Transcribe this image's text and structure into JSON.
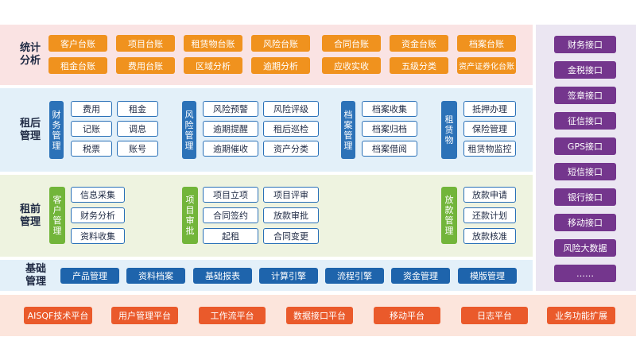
{
  "colors": {
    "stats_bg": "#fae3e3",
    "post_bg": "#e3f0f9",
    "pre_bg": "#eef3e0",
    "base_bg": "#e3f0f9",
    "platform_bg": "#fce5dc",
    "interface_bg": "#ebe6f2",
    "orange": "#f0921e",
    "blue": "#1e64ac",
    "green": "#72b53a",
    "red": "#ea5a2b",
    "purple": "#74368d"
  },
  "stats": {
    "title": [
      "统计",
      "分析"
    ],
    "row1": [
      "客户台账",
      "项目台账",
      "租赁物台账",
      "风险台账",
      "合同台账",
      "资金台账",
      "档案台账"
    ],
    "row2": [
      "租金台账",
      "费用台账",
      "区域分析",
      "逾期分析",
      "应收实收",
      "五级分类",
      "资产证券化台账"
    ]
  },
  "post": {
    "title": [
      "租后",
      "管理"
    ],
    "groups": [
      {
        "label": "财务管理",
        "items": [
          "费用",
          "租金",
          "记账",
          "调息",
          "税票",
          "账号"
        ]
      },
      {
        "label": "风险管理",
        "items": [
          "风险预警",
          "风险评级",
          "逾期提醒",
          "租后巡检",
          "逾期催收",
          "资产分类"
        ]
      },
      {
        "label": "档案管理",
        "items": [
          "档案收集",
          "档案归档",
          "档案借阅"
        ]
      },
      {
        "label": "租赁物",
        "items": [
          "抵押办理",
          "保险管理",
          "租赁物监控"
        ]
      }
    ]
  },
  "pre": {
    "title": [
      "租前",
      "管理"
    ],
    "groups": [
      {
        "label": "客户管理",
        "items": [
          "信息采集",
          "财务分析",
          "资料收集"
        ]
      },
      {
        "label": "项目审批",
        "items": [
          "项目立项",
          "项目评审",
          "合同签约",
          "放款审批",
          "起租",
          "合同变更"
        ]
      },
      {
        "label": "放款管理",
        "items": [
          "放款申请",
          "还款计划",
          "放款核准"
        ]
      }
    ]
  },
  "base": {
    "title": [
      "基础",
      "管理"
    ],
    "items": [
      "产品管理",
      "资料档案",
      "基础报表",
      "计算引擎",
      "流程引擎",
      "资金管理",
      "模版管理"
    ]
  },
  "platform": {
    "items": [
      "AISQF技术平台",
      "用户管理平台",
      "工作流平台",
      "数据接口平台",
      "移动平台",
      "日志平台",
      "业务功能扩展"
    ]
  },
  "interfaces": {
    "items": [
      "财务接口",
      "金税接口",
      "签章接口",
      "征信接口",
      "GPS接口",
      "短信接口",
      "银行接口",
      "移动接口",
      "风险大数据",
      "……"
    ]
  }
}
